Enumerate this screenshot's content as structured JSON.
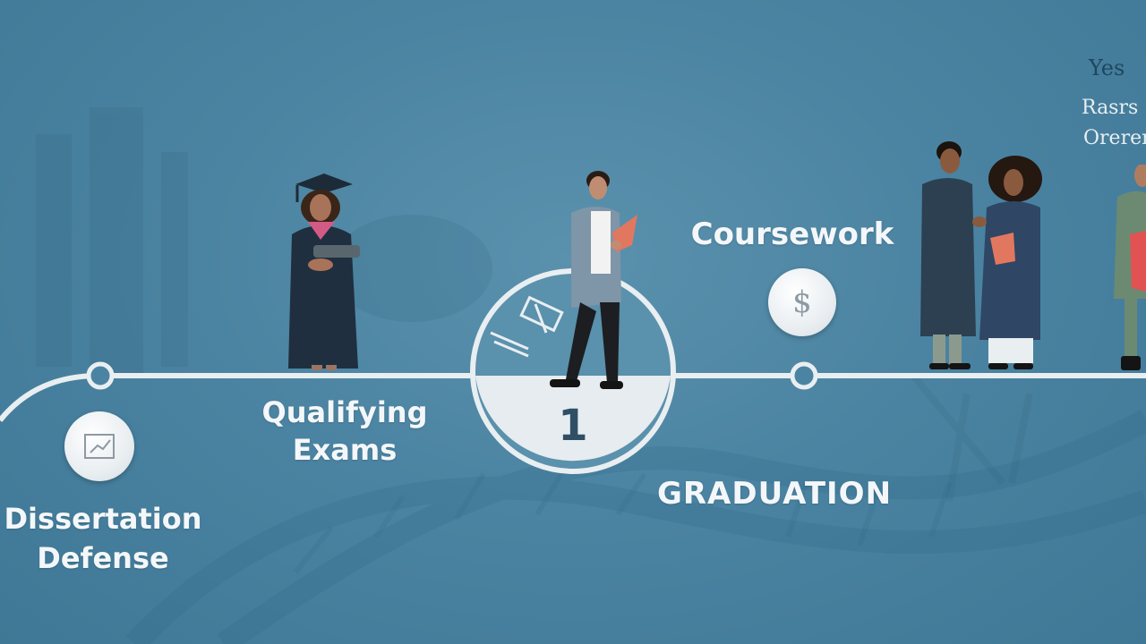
{
  "stages": {
    "dissertation_defense": {
      "line1": "Dissertation",
      "line2": "Defense",
      "icon": "chart-icon"
    },
    "qualifying_exams": {
      "line1": "Qualifying",
      "line2": "Exams"
    },
    "central_step": {
      "number": "1"
    },
    "coursework": {
      "label": "Coursework",
      "icon": "dollar-icon",
      "icon_glyph": "$"
    },
    "graduation": {
      "label": "GRADUATION"
    }
  },
  "corner_text": {
    "line1": "Yes",
    "line2": "Rasrs",
    "line3": "Orerem"
  },
  "colors": {
    "background": "#4b84a2",
    "timeline": "#e9eef1",
    "accent": "#e2775f",
    "gown": "#23364a"
  }
}
